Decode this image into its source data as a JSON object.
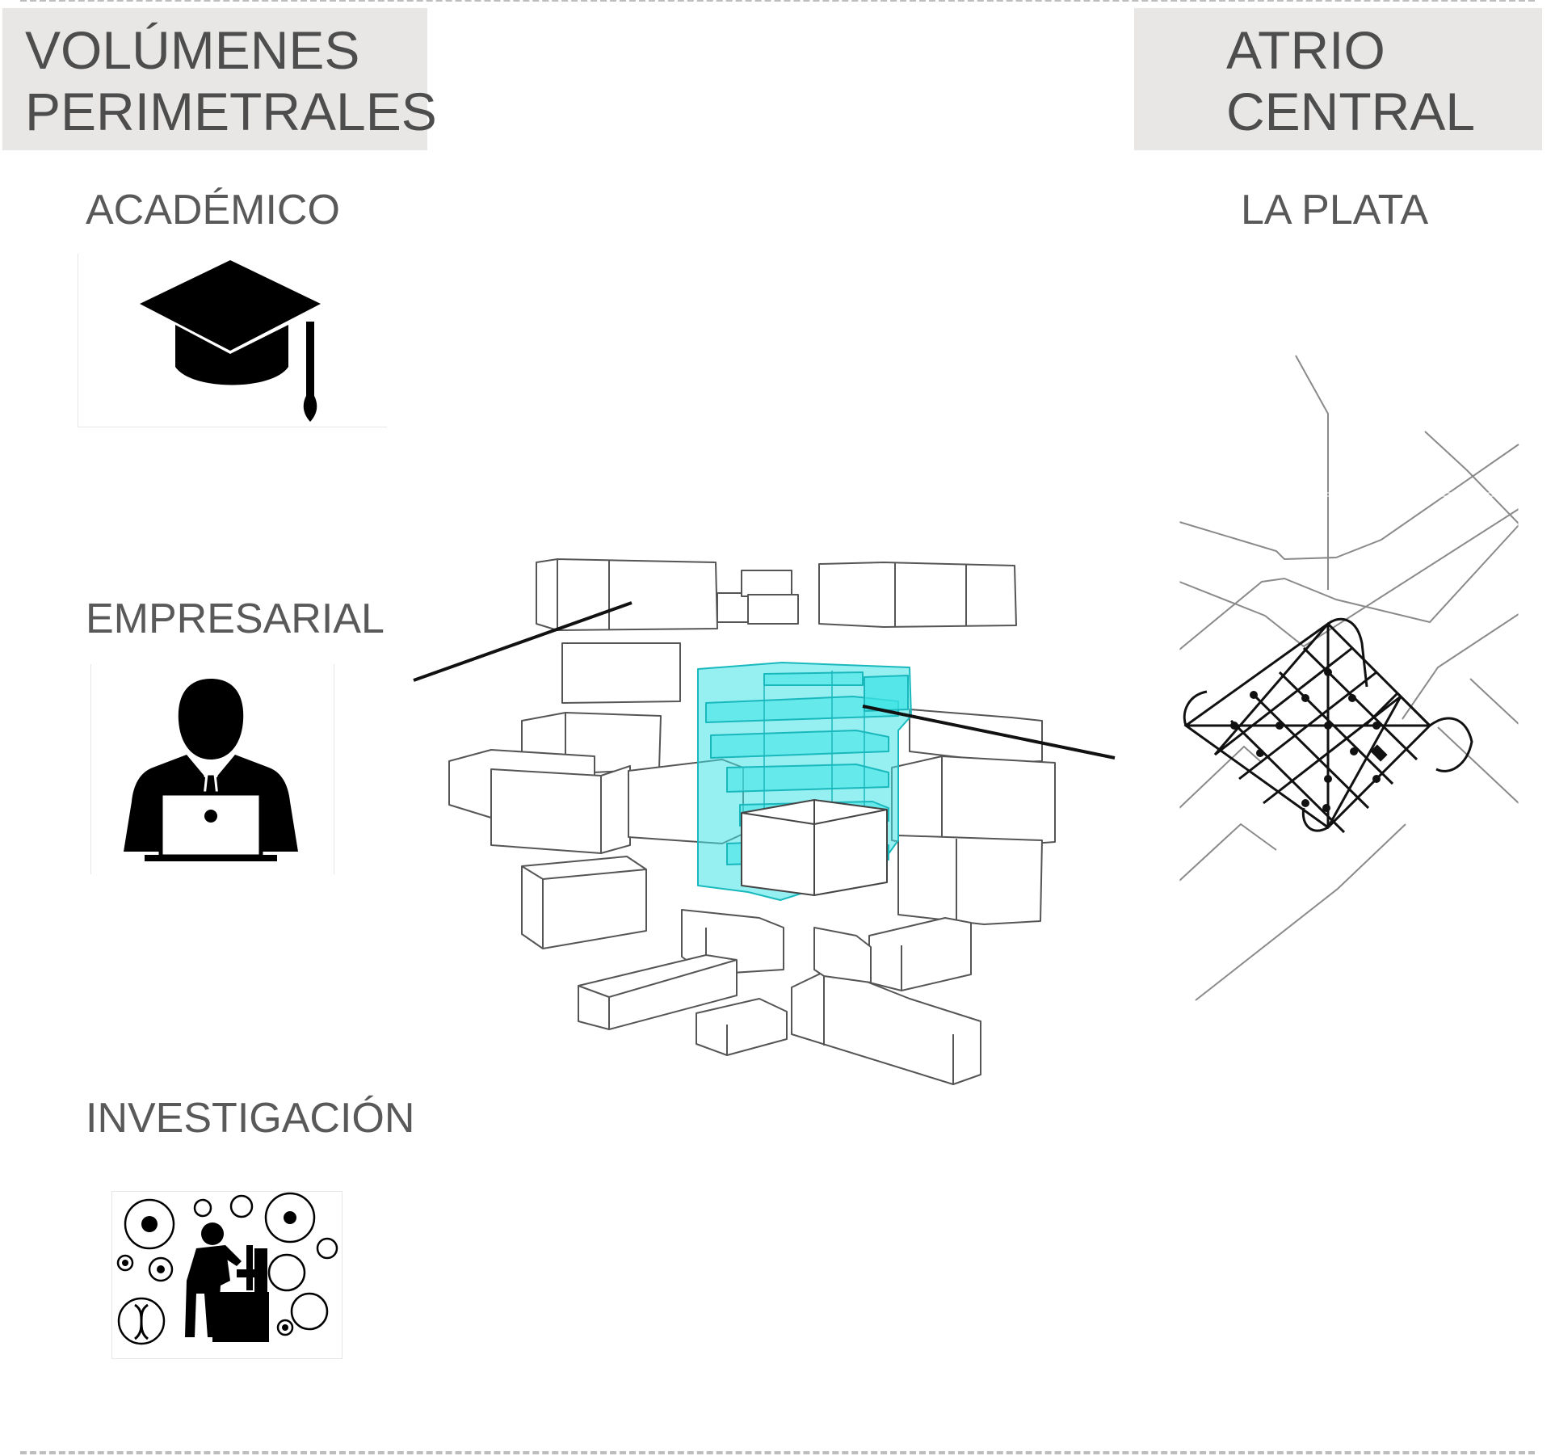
{
  "left_header": {
    "line1": "VOLÚMENES",
    "line2": "PERIMETRALES"
  },
  "right_header": {
    "line1": "ATRIO",
    "line2": "CENTRAL"
  },
  "categories": [
    {
      "label": "ACADÉMICO",
      "icon": "graduation-cap-icon"
    },
    {
      "label": "EMPRESARIAL",
      "icon": "businessman-laptop-icon"
    },
    {
      "label": "INVESTIGACIÓN",
      "icon": "researcher-microscope-icon"
    }
  ],
  "map": {
    "label": "LA PLATA",
    "icon": "city-grid-map"
  },
  "colors": {
    "header_bg": "#e8e7e6",
    "text": "#595959",
    "atrium": "#3fe3e6",
    "dashes": "#bdbdbd"
  }
}
